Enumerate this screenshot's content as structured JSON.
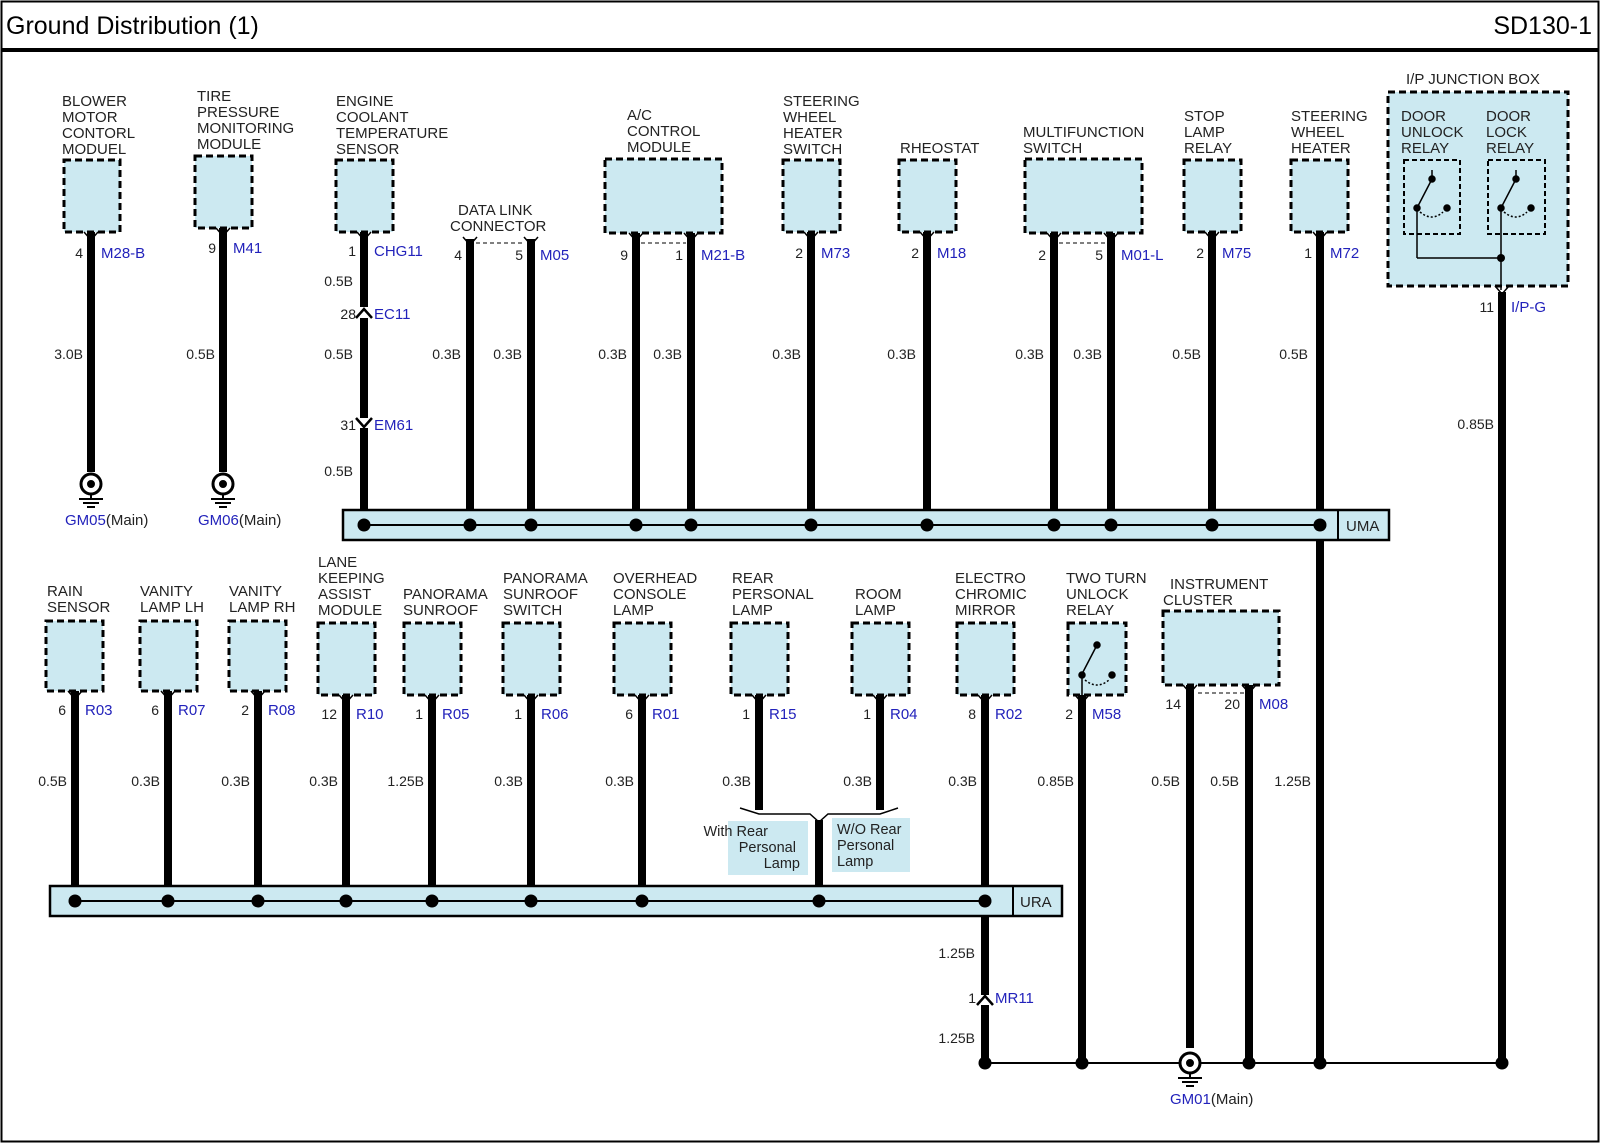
{
  "header": {
    "title": "Ground Distribution (1)",
    "page_code": "SD130-1"
  },
  "colors": {
    "wire": "#000000",
    "component_fill": "#cce9f1",
    "connector_text": "#2222bb",
    "label_text": "#222222"
  },
  "top_components": [
    {
      "name_lines": [
        "BLOWER",
        "MOTOR",
        "CONTORL",
        "MODUEL"
      ],
      "pin": "4",
      "connector": "M28-B",
      "wire": "3.0B",
      "ground": "GM05",
      "ground_note": "(Main)"
    },
    {
      "name_lines": [
        "TIRE",
        "PRESSURE",
        "MONITORING",
        "MODULE"
      ],
      "pin": "9",
      "connector": "M41",
      "wire": "0.5B",
      "ground": "GM06",
      "ground_note": "(Main)"
    },
    {
      "name_lines": [
        "ENGINE",
        "COOLANT",
        "TEMPERATURE",
        "SENSOR"
      ],
      "pin": "1",
      "connector": "CHG11",
      "wires": [
        "0.5B",
        "0.5B",
        "0.5B"
      ],
      "inline": [
        {
          "pin": "28",
          "connector": "EC11"
        },
        {
          "pin": "31",
          "connector": "EM61"
        }
      ]
    },
    {
      "name_lines": [
        "DATA LINK",
        "CONNECTOR"
      ],
      "pins": [
        {
          "pin": "4",
          "wire": "0.3B"
        },
        {
          "pin": "5",
          "wire": "0.3B"
        }
      ],
      "connector": "M05"
    },
    {
      "name_lines": [
        "A/C",
        "CONTROL",
        "MODULE"
      ],
      "pins": [
        {
          "pin": "9",
          "wire": "0.3B"
        },
        {
          "pin": "1",
          "wire": "0.3B"
        }
      ],
      "connector": "M21-B"
    },
    {
      "name_lines": [
        "STEERING",
        "WHEEL",
        "HEATER",
        "SWITCH"
      ],
      "pin": "2",
      "connector": "M73",
      "wire": "0.3B"
    },
    {
      "name_lines": [
        "RHEOSTAT"
      ],
      "pin": "2",
      "connector": "M18",
      "wire": "0.3B"
    },
    {
      "name_lines": [
        "MULTIFUNCTION",
        "SWITCH"
      ],
      "pins": [
        {
          "pin": "2",
          "wire": "0.3B"
        },
        {
          "pin": "5",
          "wire": "0.3B"
        }
      ],
      "connector": "M01-L"
    },
    {
      "name_lines": [
        "STOP",
        "LAMP",
        "RELAY"
      ],
      "pin": "2",
      "connector": "M75",
      "wire": "0.5B"
    },
    {
      "name_lines": [
        "STEERING",
        "WHEEL",
        "HEATER"
      ],
      "pin": "1",
      "connector": "M72",
      "wire": "0.5B",
      "lower_wire": "1.25B"
    }
  ],
  "junction_box": {
    "title": "I/P JUNCTION BOX",
    "relays": [
      {
        "name_lines": [
          "DOOR",
          "UNLOCK",
          "RELAY"
        ]
      },
      {
        "name_lines": [
          "DOOR",
          "LOCK",
          "RELAY"
        ]
      }
    ],
    "pin": "11",
    "connector": "I/P-G",
    "wire": "0.85B"
  },
  "splice_top": "UMA",
  "bottom_components": [
    {
      "name_lines": [
        "RAIN",
        "SENSOR"
      ],
      "pin": "6",
      "connector": "R03",
      "wire": "0.5B"
    },
    {
      "name_lines": [
        "VANITY",
        "LAMP LH"
      ],
      "pin": "6",
      "connector": "R07",
      "wire": "0.3B"
    },
    {
      "name_lines": [
        "VANITY",
        "LAMP RH"
      ],
      "pin": "2",
      "connector": "R08",
      "wire": "0.3B"
    },
    {
      "name_lines": [
        "LANE",
        "KEEPING",
        "ASSIST",
        "MODULE"
      ],
      "pin": "12",
      "connector": "R10",
      "wire": "0.3B"
    },
    {
      "name_lines": [
        "PANORAMA",
        "SUNROOF"
      ],
      "pin": "1",
      "connector": "R05",
      "wire": "1.25B"
    },
    {
      "name_lines": [
        "PANORAMA",
        "SUNROOF",
        "SWITCH"
      ],
      "pin": "1",
      "connector": "R06",
      "wire": "0.3B"
    },
    {
      "name_lines": [
        "OVERHEAD",
        "CONSOLE",
        "LAMP"
      ],
      "pin": "6",
      "connector": "R01",
      "wire": "0.3B"
    },
    {
      "name_lines": [
        "REAR",
        "PERSONAL",
        "LAMP"
      ],
      "pin": "1",
      "connector": "R15",
      "wire": "0.3B"
    },
    {
      "name_lines": [
        "ROOM",
        "LAMP"
      ],
      "pin": "1",
      "connector": "R04",
      "wire": "0.3B"
    },
    {
      "name_lines": [
        "ELECTRO",
        "CHROMIC",
        "MIRROR"
      ],
      "pin": "8",
      "connector": "R02",
      "wire": "0.3B",
      "lower_wires": [
        "1.25B",
        "1.25B"
      ],
      "inline": {
        "pin": "1",
        "connector": "MR11"
      }
    },
    {
      "name_lines": [
        "TWO TURN",
        "UNLOCK",
        "RELAY"
      ],
      "pin": "2",
      "connector": "M58",
      "wire": "0.85B"
    },
    {
      "name_lines": [
        "INSTRUMENT",
        "CLUSTER"
      ],
      "pins": [
        {
          "pin": "14",
          "wire": "0.5B"
        },
        {
          "pin": "20",
          "wire": "0.5B"
        }
      ],
      "connector": "M08"
    }
  ],
  "option_labels": [
    [
      "With Rear",
      "Personal",
      "Lamp"
    ],
    [
      "W/O Rear",
      "Personal",
      "Lamp"
    ]
  ],
  "splice_bottom": "URA",
  "main_ground": {
    "id": "GM01",
    "note": "(Main)"
  }
}
